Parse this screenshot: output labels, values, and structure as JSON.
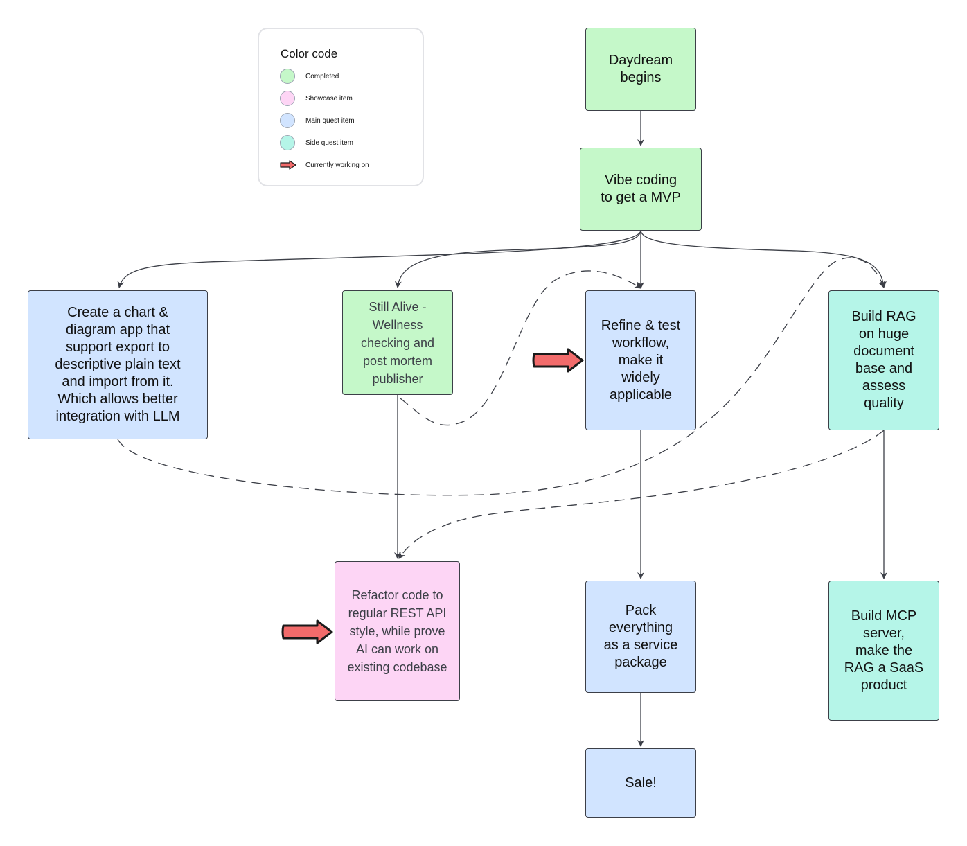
{
  "legend": {
    "title": "Color code",
    "items": [
      {
        "label": "Completed",
        "color": "#c5f8c9",
        "kind": "dot"
      },
      {
        "label": "Showcase item",
        "color": "#fdd5f5",
        "kind": "dot"
      },
      {
        "label": "Main quest item",
        "color": "#d1e4ff",
        "kind": "dot"
      },
      {
        "label": "Side quest item",
        "color": "#b5f5e8",
        "kind": "dot"
      },
      {
        "label": "Currently working on",
        "color": "#f26b6b",
        "kind": "arrow"
      }
    ]
  },
  "nodes": {
    "daydream": {
      "lines": [
        "Daydream",
        "begins"
      ],
      "status": "completed"
    },
    "vibe": {
      "lines": [
        "Vibe coding",
        "to get a MVP"
      ],
      "status": "completed"
    },
    "chart_app": {
      "lines": [
        "Create a chart &",
        "diagram app that",
        "support export to",
        "descriptive plain text",
        "and import from it.",
        "Which allows better",
        "integration with LLM"
      ],
      "status": "main"
    },
    "still_alive": {
      "lines": [
        "Still Alive -",
        "Wellness",
        "checking and",
        "post mortem",
        "publisher"
      ],
      "status": "completed"
    },
    "refine": {
      "lines": [
        "Refine & test",
        "workflow,",
        "make it",
        "widely",
        "applicable"
      ],
      "status": "main",
      "current": true
    },
    "rag": {
      "lines": [
        "Build RAG",
        "on huge",
        "document",
        "base and",
        "assess",
        "quality"
      ],
      "status": "side"
    },
    "refactor": {
      "lines": [
        "Refactor code to",
        "regular REST API",
        "style, while prove",
        "AI can work on",
        "existing codebase"
      ],
      "status": "showcase",
      "current": true
    },
    "pack": {
      "lines": [
        "Pack",
        "everything",
        "as a service",
        "package"
      ],
      "status": "main"
    },
    "mcp": {
      "lines": [
        "Build MCP",
        "server,",
        "make the",
        "RAG a SaaS",
        "product"
      ],
      "status": "side"
    },
    "sale": {
      "lines": [
        "Sale!"
      ],
      "status": "main"
    }
  },
  "edges": [
    {
      "from": "daydream",
      "to": "vibe",
      "style": "solid"
    },
    {
      "from": "vibe",
      "to": "chart_app",
      "style": "solid"
    },
    {
      "from": "vibe",
      "to": "still_alive",
      "style": "solid"
    },
    {
      "from": "vibe",
      "to": "refine",
      "style": "solid"
    },
    {
      "from": "vibe",
      "to": "rag",
      "style": "solid"
    },
    {
      "from": "still_alive",
      "to": "refactor",
      "style": "solid"
    },
    {
      "from": "refine",
      "to": "pack",
      "style": "solid"
    },
    {
      "from": "pack",
      "to": "sale",
      "style": "solid"
    },
    {
      "from": "rag",
      "to": "mcp",
      "style": "solid"
    },
    {
      "from": "still_alive",
      "to": "refine",
      "style": "dashed"
    },
    {
      "from": "chart_app",
      "to": "rag",
      "style": "dashed"
    },
    {
      "from": "rag",
      "to": "refactor",
      "style": "dashed"
    }
  ],
  "colors": {
    "completed": "#c5f8c9",
    "showcase": "#fdd5f5",
    "main": "#d1e4ff",
    "side": "#b5f5e8",
    "current_arrow": "#f26b6b",
    "line": "#3c3f47"
  }
}
